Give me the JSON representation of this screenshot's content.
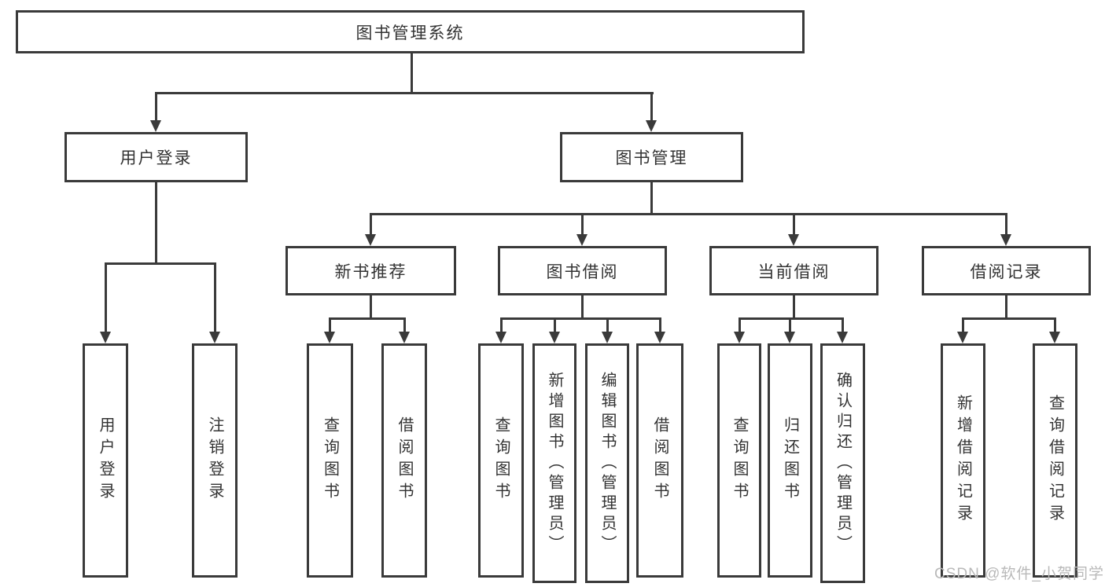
{
  "tree": {
    "label": "图书管理系统",
    "children": [
      {
        "label": "用户登录",
        "children": [
          {
            "label": "用户登录"
          },
          {
            "label": "注销登录"
          }
        ]
      },
      {
        "label": "图书管理",
        "children": [
          {
            "label": "新书推荐",
            "children": [
              {
                "label": "查询图书"
              },
              {
                "label": "借阅图书"
              }
            ]
          },
          {
            "label": "图书借阅",
            "children": [
              {
                "label": "查询图书"
              },
              {
                "label": "新增图书（管理员）"
              },
              {
                "label": "编辑图书（管理员）"
              },
              {
                "label": "借阅图书"
              }
            ]
          },
          {
            "label": "当前借阅",
            "children": [
              {
                "label": "查询图书"
              },
              {
                "label": "归还图书"
              },
              {
                "label": "确认归还（管理员）"
              }
            ]
          },
          {
            "label": "借阅记录",
            "children": [
              {
                "label": "新增借阅记录"
              },
              {
                "label": "查询借阅记录"
              }
            ]
          }
        ]
      }
    ]
  },
  "watermark": {
    "text": "CSDN @软件_小贺同学"
  },
  "colors": {
    "line": "#3a3a3a",
    "text": "#333333",
    "watermark_text": "#b9b9b9",
    "background": "#ffffff"
  }
}
